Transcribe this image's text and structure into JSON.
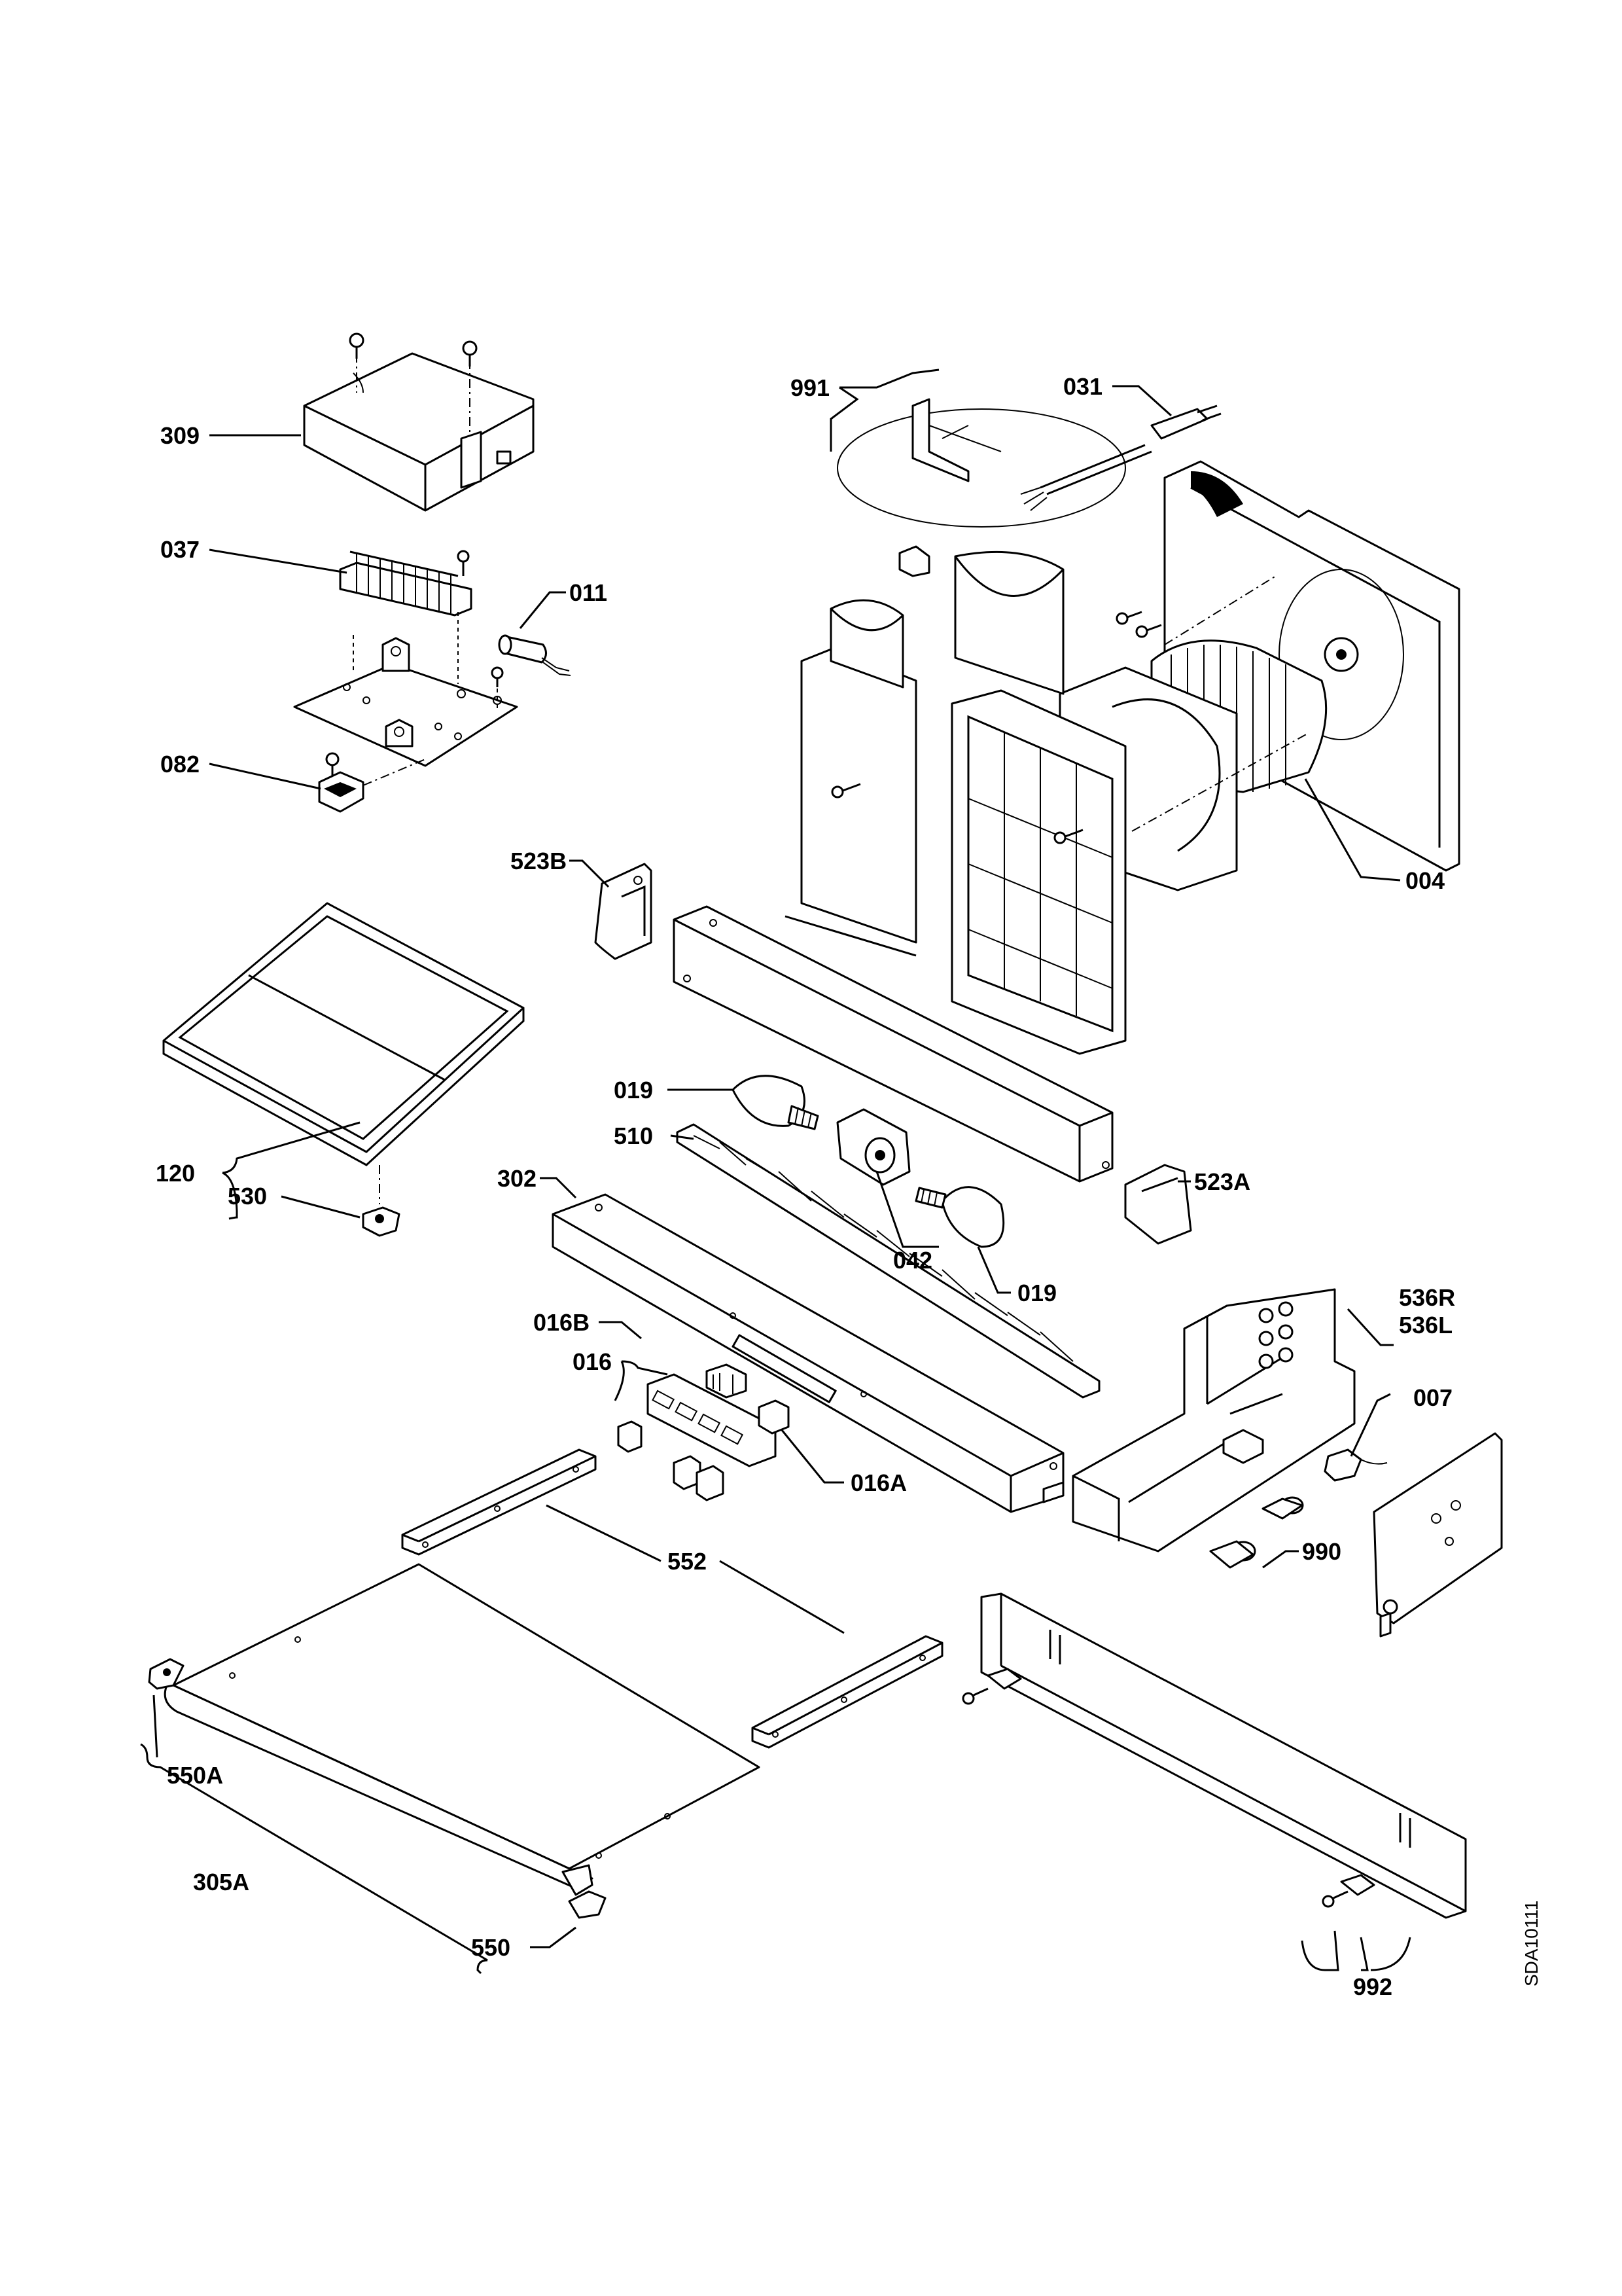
{
  "document_code": "SDA10111",
  "parts": {
    "p309": "309",
    "p037": "037",
    "p011": "011",
    "p082": "082",
    "p991": "991",
    "p031": "031",
    "p004": "004",
    "p523B": "523B",
    "p523A": "523A",
    "p120": "120",
    "p530": "530",
    "p019a": "019",
    "p019b": "019",
    "p510": "510",
    "p302": "302",
    "p042": "042",
    "p016B": "016B",
    "p016": "016",
    "p016A": "016A",
    "p536R": "536R",
    "p536L": "536L",
    "p007": "007",
    "p990": "990",
    "p552": "552",
    "p550A": "550A",
    "p305A": "305A",
    "p550": "550",
    "p992": "992"
  }
}
